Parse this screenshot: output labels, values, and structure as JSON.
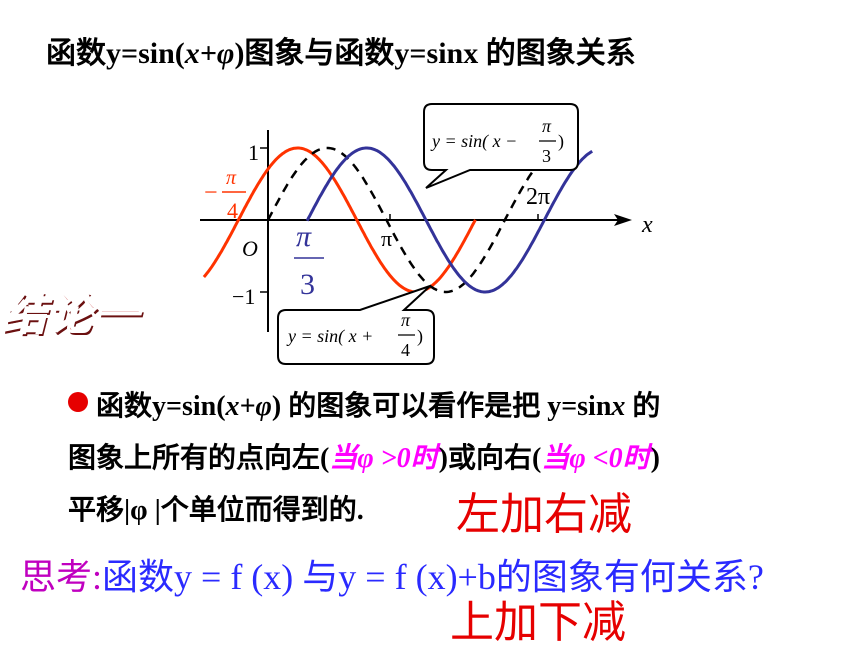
{
  "title": {
    "p1": "函数y=sin(",
    "p2": "x+φ",
    "p3": ")图象与函数y=sinx 的图象关系"
  },
  "graph": {
    "x_label": "x",
    "origin_label": "O",
    "y_tick_pos": "1",
    "y_tick_neg": "−1",
    "pi_label": "π",
    "two_pi_label": "2π",
    "neg_pi4_minus": "−",
    "neg_pi4_num": "π",
    "neg_pi4_den": "4",
    "pi3_num": "π",
    "pi3_den": "3",
    "callout_top": {
      "lhs": "y = sin( x −",
      "frac_num": "π",
      "frac_den": "3",
      "rhs": ")"
    },
    "callout_bottom": {
      "lhs": "y = sin( x +",
      "frac_num": "π",
      "frac_den": "4",
      "rhs": ")"
    },
    "colors": {
      "red_curve": "#ff3300",
      "blue_curve": "#333399",
      "dashed_curve": "#000000",
      "orange_labels": "#ff3300"
    }
  },
  "stamp": "结论一",
  "conclusion": {
    "l1_a": "函数y=sin(",
    "l1_b": "x+φ",
    "l1_c": ") 的图象可以看作是把 y=sin",
    "l1_d": "x",
    "l1_e": " 的",
    "l2_a": "图象上所有的点向左(",
    "l2_b": "当φ >0时",
    "l2_c": ")或向右(",
    "l2_d": "当φ <0时",
    "l2_e": ")",
    "l3_a": "平移|φ |个单位而得到的.",
    "rule1": "左加右减"
  },
  "think": {
    "label": "思考:",
    "text1": "函数y = f (x) 与y = f (x)+b的图象有何关系?",
    "rule2": "上加下减"
  }
}
